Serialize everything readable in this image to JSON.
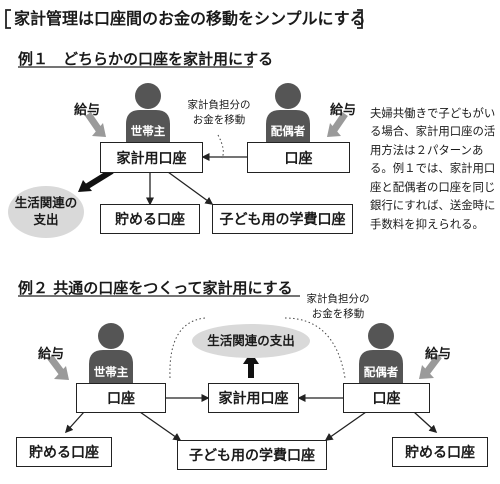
{
  "title": "家計管理は口座間のお金の移動をシンプルにする",
  "example1": {
    "heading": "例１　どちらかの口座を家計用にする",
    "person_main": "世帯主",
    "person_spouse": "配偶者",
    "salary_main": "給与",
    "salary_spouse": "給与",
    "transfer_note_line1": "家計負担分の",
    "transfer_note_line2": "お金を移動",
    "household_account": "家計用口座",
    "spouse_account": "口座",
    "living_expense_line1": "生活関連の",
    "living_expense_line2": "支出",
    "savings_account": "貯める口座",
    "education_account": "子ども用の学費口座",
    "side_text": "夫婦共働きで子どもがいる場合、家計用口座の活用方法は２パターンある。例１では、家計用口座と配偶者の口座を同じ銀行にすれば、送金時に手数料を抑えられる。"
  },
  "example2": {
    "heading": "例２ 共通の口座をつくって家計用にする",
    "transfer_note_line1": "家計負担分の",
    "transfer_note_line2": "お金を移動",
    "living_expense": "生活関連の支出",
    "person_main": "世帯主",
    "person_spouse": "配偶者",
    "salary_main": "給与",
    "salary_spouse": "給与",
    "main_account": "口座",
    "household_account": "家計用口座",
    "spouse_account": "口座",
    "savings_left": "貯める口座",
    "education_account": "子ども用の学費口座",
    "savings_right": "貯める口座"
  }
}
